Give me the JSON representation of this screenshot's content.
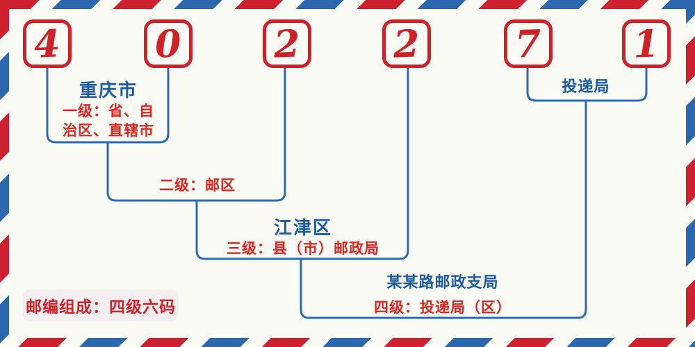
{
  "colors": {
    "background": "#fbfbf5",
    "stripe_red": "#ce2130",
    "stripe_blue": "#2d68ae",
    "connector_blue": "#2c6ab4",
    "title_blue": "#1b5aa6",
    "label_red": "#e0231c",
    "digit_red": "#d02028",
    "badge_background": "#f3eef0"
  },
  "postal_code": {
    "digits": [
      "4",
      "0",
      "2",
      "2",
      "7",
      "1"
    ]
  },
  "annotations": {
    "level1": {
      "title": "重庆市",
      "label_lines": [
        "一级：省、自",
        "治区、直辖市"
      ]
    },
    "level2": {
      "label": "二级：邮区"
    },
    "level3": {
      "title": "江津区",
      "label": "三级：县（市）邮政局"
    },
    "level4": {
      "title": "某某路邮政支局",
      "label": "四级：投递局（区）"
    },
    "delivery": {
      "label": "投递局"
    }
  },
  "footer": {
    "badge_label": "邮编组成：四级六码"
  }
}
